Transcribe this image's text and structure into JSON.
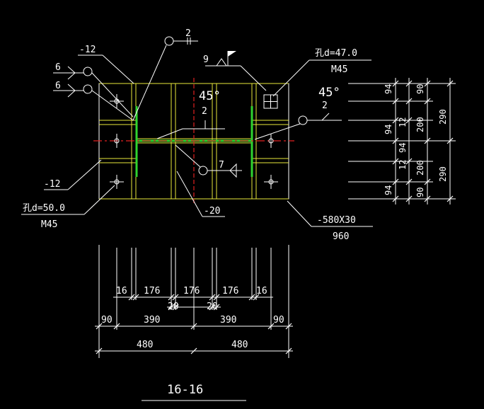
{
  "labels": {
    "plate_12_top": "-12",
    "plate_12_left": "-12",
    "plate_20": "-20",
    "hole_top": "孔d=47.0",
    "bolt_top": "M45",
    "hole_left": "孔d=50.0",
    "bolt_left": "M45",
    "plate_main": "-580X30",
    "plate_main_sub": "960",
    "weld_2_top": "2",
    "weld_9": "9",
    "weld_6_a": "6",
    "weld_6_b": "6",
    "weld_2_center": "2",
    "weld_7": "7",
    "weld_2_right": "2",
    "angle_center": "45°",
    "angle_right": "45°",
    "section_title": "16-16"
  },
  "dims_right_inner": [
    "90",
    "94",
    "12",
    "200",
    "94",
    "12",
    "94",
    "200",
    "90",
    "94"
  ],
  "dims_right_outer": [
    "290",
    "290"
  ],
  "dims_bottom_row1": [
    "16",
    "176",
    "176",
    "176",
    "16"
  ],
  "dims_bottom_row2": [
    "20",
    "20"
  ],
  "dims_bottom_row3": [
    "90",
    "390",
    "390",
    "90"
  ],
  "dims_bottom_row4": [
    "480",
    "480"
  ],
  "colors": {
    "background": "#000000",
    "outline": "#ffffff",
    "plate_edges": "#e8e83a",
    "weld": "#2fd42f",
    "centerline": "#e02020"
  }
}
